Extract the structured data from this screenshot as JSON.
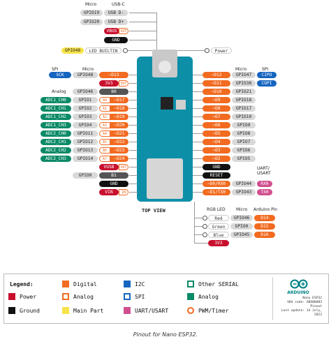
{
  "headers": {
    "top_micro": "Micro",
    "top_usbc": "USB-C",
    "spi_left": "SPI",
    "micro_left": "Micro",
    "analog_left": "Analog",
    "micro_right": "Micro",
    "spi_right": "SPI",
    "uart_usart": "UART/\nUSART",
    "rgb_led": "RGB LED",
    "micro_rgb": "Micro",
    "arduino_pin": "Arduino Pin",
    "top_view": "TOP VIEW"
  },
  "usb": {
    "rows": [
      {
        "micro": "GPIO19",
        "usb": "USB D-"
      },
      {
        "micro": "GPIO20",
        "usb": "USB D+"
      }
    ],
    "vbus": "VBUS",
    "vbus_dir": "OUT",
    "gnd": "GND"
  },
  "led_builtin": {
    "micro": "GPIO48",
    "label": "LED_BUILTIN"
  },
  "power_led": "Power",
  "left_pins": [
    {
      "spi": "SCK",
      "micro": "GPIO48",
      "pin": "~D13"
    },
    {
      "power": "3V3",
      "dir": "OUT"
    },
    {
      "micro": "GPIO46",
      "pin": "B0"
    },
    {
      "analog": "ADC1_CH0",
      "micro": "GPIO1",
      "a": "A0",
      "pin": "~D17"
    },
    {
      "analog": "ADC1_CH1",
      "micro": "GPIO2",
      "a": "A1",
      "pin": "~D18"
    },
    {
      "analog": "ADC1_CH2",
      "micro": "GPIO3",
      "a": "A2",
      "pin": "~D19"
    },
    {
      "analog": "ADC1_CH3",
      "micro": "GPIO4",
      "a": "A3",
      "pin": "~D20"
    },
    {
      "analog": "ADC2_CH0",
      "micro": "GPIO11",
      "a": "A4",
      "pin": "~D21"
    },
    {
      "analog": "ADC2_CH1",
      "micro": "GPIO12",
      "a": "A5",
      "pin": "~D22"
    },
    {
      "analog": "ADC2_CH2",
      "micro": "GPIO13",
      "a": "A6",
      "pin": "~D23"
    },
    {
      "analog": "ADC2_CH3",
      "micro": "GPIO14",
      "a": "A7",
      "pin": "~D24"
    },
    {
      "power": "VUSB",
      "dir": "OUT"
    },
    {
      "micro": "GPIO0",
      "pin": "B1"
    },
    {
      "gnd": "GND"
    },
    {
      "power": "VIN",
      "dir": "IN"
    }
  ],
  "right_pins": [
    {
      "pin": "~D12",
      "micro": "GPIO47",
      "spi": "CIPO"
    },
    {
      "pin": "~D11",
      "micro": "GPIO38",
      "spi": "COPI"
    },
    {
      "pin": "~D10",
      "micro": "GPIO21"
    },
    {
      "pin": "~D9",
      "micro": "GPIO18"
    },
    {
      "pin": "~D8",
      "micro": "GPIO17"
    },
    {
      "pin": "~D7",
      "micro": "GPIO10"
    },
    {
      "pin": "~D6",
      "micro": "GPIO9"
    },
    {
      "pin": "~D5",
      "micro": "GPIO8"
    },
    {
      "pin": "~D4",
      "micro": "GPIO7"
    },
    {
      "pin": "~D3",
      "micro": "GPIO6"
    },
    {
      "pin": "~D2",
      "micro": "GPIO5"
    },
    {
      "gnd": "GND"
    },
    {
      "reset": "RESET"
    },
    {
      "pin": "~D0/RX0",
      "micro": "GPIO44",
      "uart": "RX0"
    },
    {
      "pin": "~D1/TX0",
      "micro": "GPIO43",
      "uart": "TX0"
    }
  ],
  "rgb": [
    {
      "color": "Red",
      "micro": "GPIO46",
      "arduino": "D14"
    },
    {
      "color": "Green",
      "micro": "GPIO0",
      "arduino": "D15"
    },
    {
      "color": "Blue",
      "micro": "GPIO45",
      "arduino": "D16"
    }
  ],
  "rgb_power": "3V3",
  "legend": {
    "title": "Legend:",
    "items": [
      {
        "label": "Power",
        "color": "#c8102e"
      },
      {
        "label": "Ground",
        "color": "#111111"
      },
      {
        "label": "Digital",
        "color": "#f26b21"
      },
      {
        "label": "Analog",
        "color": "#ffffff"
      },
      {
        "label": "Main Part",
        "color": "#f7e34a"
      },
      {
        "label": "I2C",
        "color": "#1565c0"
      },
      {
        "label": "SPI",
        "color": "#ffffff"
      },
      {
        "label": "UART/USART",
        "color": "#d14f8f"
      },
      {
        "label": "Other SERIAL",
        "color": "#ffffff"
      },
      {
        "label": "Analog",
        "color": "#0b8a67"
      },
      {
        "label": "PWM/Timer",
        "color": "#ffffff"
      }
    ],
    "brand": "ARDUINO",
    "meta": [
      "Nano ESP32",
      "SKU code: ABX00083",
      "Pinout",
      "Last update: 14 July, 2023"
    ]
  },
  "caption": "Pinout for Nano ESP32."
}
